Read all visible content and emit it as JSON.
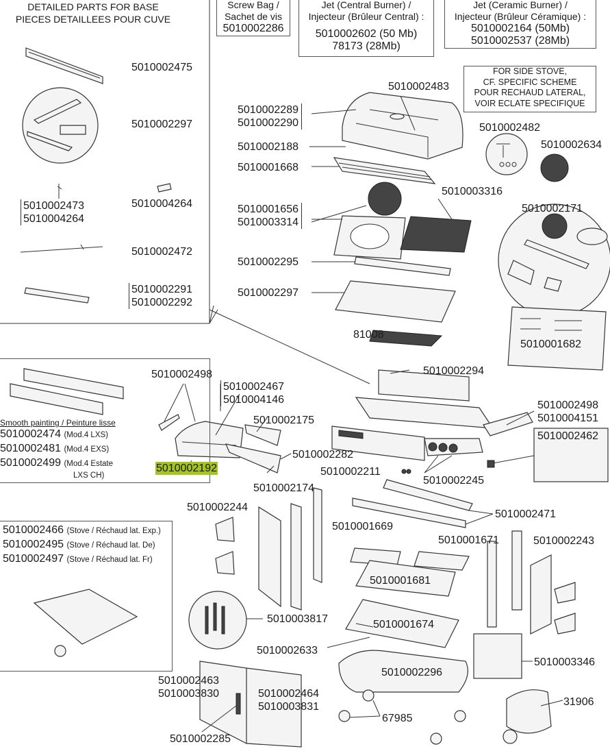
{
  "base_panel": {
    "title_en": "DETAILED PARTS FOR BASE",
    "title_fr": "PIECES DETAILLEES POUR CUVE",
    "parts": [
      "5010002475",
      "5010002297",
      "5010002473",
      "5010004264",
      "5010004264",
      "5010002472",
      "5010002291",
      "5010002292"
    ]
  },
  "screw_box": {
    "line1": "Screw Bag /",
    "line2": "Sachet de vis",
    "part": "5010002286"
  },
  "jet_central_box": {
    "line1": "Jet (Central Burner) /",
    "line2": "Injecteur (Brûleur Central) :",
    "part1": "5010002602 (50 Mb)",
    "part2": "78173 (28Mb)"
  },
  "jet_ceramic_box": {
    "line1": "Jet (Ceramic Burner) /",
    "line2": "Injecteur (Brûleur Céramique) :",
    "part1": "5010002164 (50Mb)",
    "part2": "5010002537 (28Mb)"
  },
  "side_stove_note": {
    "line1": "FOR SIDE STOVE,",
    "line2": "CF. SPECIFIC SCHEME",
    "line3": "POUR RECHAUD LATERAL,",
    "line4": "VOIR ECLATE SPECIFIQUE"
  },
  "panel_box": {
    "heading": "Smooth painting / Peinture lisse",
    "items": [
      {
        "part": "5010002474",
        "note": "(Mod.4 LXS)"
      },
      {
        "part": "5010002481",
        "note": "(Mod.4 EXS)"
      },
      {
        "part": "5010002499",
        "note": "(Mod.4 Estate",
        "note2": "LXS CH)"
      }
    ]
  },
  "stove_box": {
    "items": [
      {
        "part": "5010002466",
        "note": "(Stove / Réchaud lat. Exp.)"
      },
      {
        "part": "5010002495",
        "note": "(Stove / Réchaud lat. De)"
      },
      {
        "part": "5010002497",
        "note": "(Stove / Réchaud lat. Fr)"
      }
    ]
  },
  "labels": [
    "5010002483",
    "5010002289",
    "5010002290",
    "5010002188",
    "5010001668",
    "5010002482",
    "5010002634",
    "5010003316",
    "5010002171",
    "5010001656",
    "5010003314",
    "5010002295",
    "5010002297",
    "81008",
    "5010001682",
    "5010002294",
    "5010002498",
    "5010002467",
    "5010004146",
    "5010002175",
    "5010002498",
    "5010004151",
    "5010002462",
    "5010002282",
    "5010002211",
    "5010002245",
    "5010002192",
    "5010002174",
    "5010002244",
    "5010002471",
    "5010001669",
    "5010001671",
    "5010002243",
    "5010001681",
    "5010003817",
    "5010001674",
    "5010002633",
    "5010003346",
    "5010002296",
    "5010002463",
    "5010003830",
    "5010002464",
    "5010003831",
    "31906",
    "67985",
    "5010002285"
  ],
  "highlight_color": "#a3c424"
}
